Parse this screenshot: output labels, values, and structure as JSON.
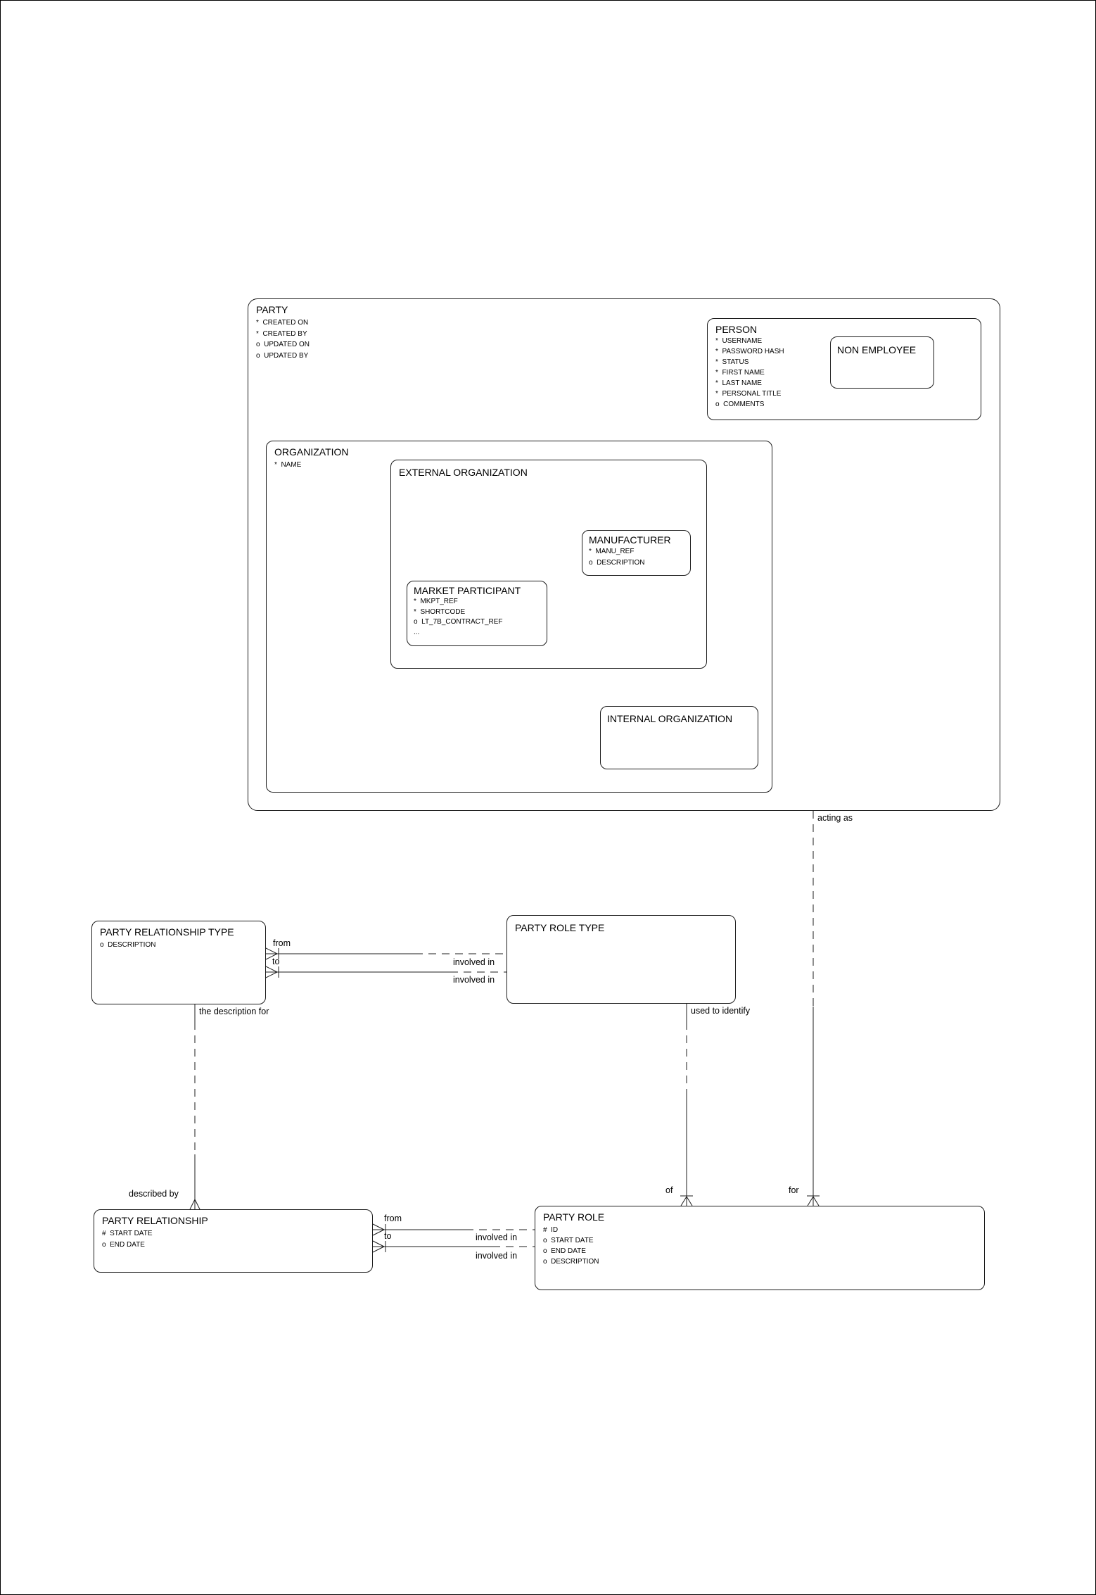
{
  "entities": {
    "party": {
      "title": "PARTY",
      "attrs": [
        "*  CREATED ON",
        "*  CREATED BY",
        "o  UPDATED ON",
        "o  UPDATED BY"
      ]
    },
    "person": {
      "title": "PERSON",
      "attrs": [
        "*  USERNAME",
        "*  PASSWORD HASH",
        "*  STATUS",
        "*  FIRST NAME",
        "*  LAST NAME",
        "*  PERSONAL TITLE",
        "o  COMMENTS"
      ]
    },
    "non_employee": {
      "title": "NON EMPLOYEE"
    },
    "organization": {
      "title": "ORGANIZATION",
      "attrs": [
        "*  NAME"
      ]
    },
    "external_organization": {
      "title": "EXTERNAL ORGANIZATION"
    },
    "manufacturer": {
      "title": "MANUFACTURER",
      "attrs": [
        "*  MANU_REF",
        "o  DESCRIPTION"
      ]
    },
    "market_participant": {
      "title": "MARKET PARTICIPANT",
      "attrs": [
        "*  MKPT_REF",
        "*  SHORTCODE",
        "o  LT_7B_CONTRACT_REF",
        "..."
      ]
    },
    "internal_organization": {
      "title": "INTERNAL ORGANIZATION"
    },
    "party_relationship_type": {
      "title": "PARTY RELATIONSHIP TYPE",
      "attrs": [
        "o  DESCRIPTION"
      ]
    },
    "party_role_type": {
      "title": "PARTY ROLE TYPE"
    },
    "party_relationship": {
      "title": "PARTY RELATIONSHIP",
      "attrs": [
        "#  START DATE",
        "o  END DATE"
      ]
    },
    "party_role": {
      "title": "PARTY ROLE",
      "attrs": [
        "#  ID",
        "o  START DATE",
        "o  END DATE",
        "o  DESCRIPTION"
      ]
    }
  },
  "connectors": {
    "acting_as": {
      "label": "acting as"
    },
    "for_end": {
      "label": "for"
    },
    "used_to_identify": {
      "label": "used to identify"
    },
    "of_end": {
      "label": "of"
    },
    "the_description_for": {
      "label": "the description for"
    },
    "described_by": {
      "label": "described by"
    },
    "prt_to_role_type": {
      "from": "from",
      "to": "to",
      "involved_in_top": "involved in",
      "involved_in_bottom": "involved in"
    },
    "pr_to_party_role": {
      "from": "from",
      "to": "to",
      "involved_in_top": "involved in",
      "involved_in_bottom": "involved in"
    }
  },
  "colors": {
    "line": "#1c1c1c",
    "background": "#ffffff"
  }
}
